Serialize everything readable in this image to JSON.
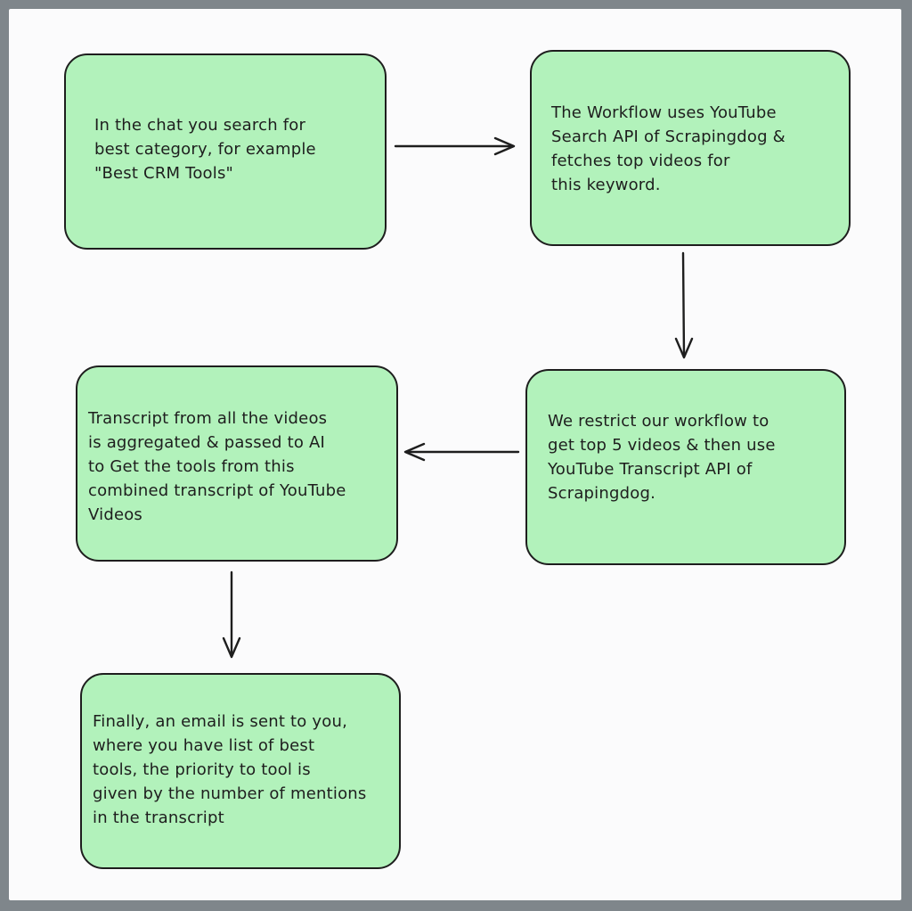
{
  "steps": [
    "In the chat you search for\nbest category, for example\n\"Best CRM Tools\"",
    "The Workflow uses YouTube\nSearch API of Scrapingdog &\nfetches top videos for\nthis keyword.",
    "We restrict our workflow to\nget top 5 videos & then use\nYouTube Transcript API of\nScrapingdog.",
    "Transcript from all the videos\nis aggregated & passed to AI\nto Get the tools from this\ncombined transcript of YouTube\nVideos",
    "Finally, an email is sent to you,\nwhere you have list of best\ntools, the priority to tool is\ngiven by the number of mentions\nin the transcript"
  ],
  "colors": {
    "box_fill": "#b2f2bb",
    "stroke": "#1e1e1e",
    "background": "#fbfbfc"
  }
}
